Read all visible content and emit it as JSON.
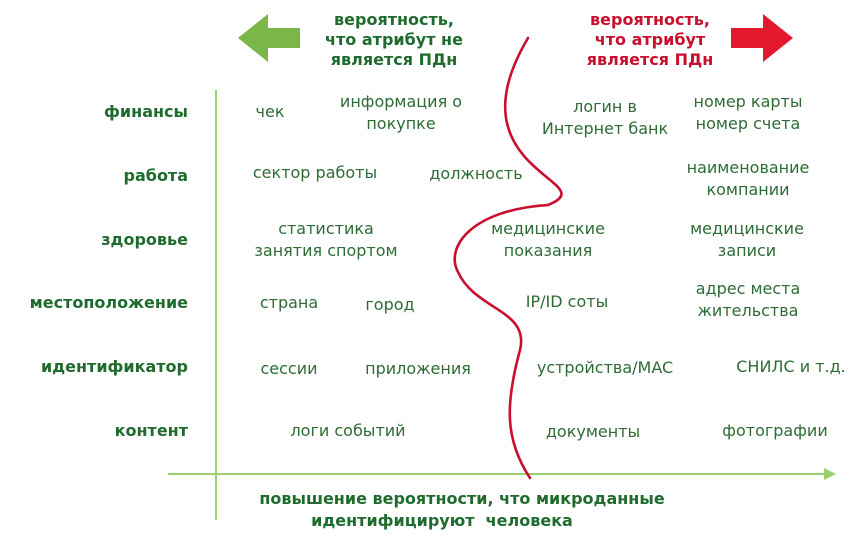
{
  "headers": {
    "left": [
      "вероятность,",
      "что атрибут не",
      "является ПДн"
    ],
    "right": [
      "вероятность,",
      "что атрибут",
      "является ПДн"
    ]
  },
  "rows": [
    "финансы",
    "работа",
    "здоровье",
    "местоположение",
    "идентификатор",
    "контент"
  ],
  "cells": {
    "finance_check": "чек",
    "finance_purchase_info": [
      "информация о",
      "покупке"
    ],
    "finance_login": [
      "логин в",
      "Интернет банк"
    ],
    "finance_card": [
      "номер карты",
      "номер счета"
    ],
    "work_sector": "сектор работы",
    "work_position": "должность",
    "work_company": [
      "наименование",
      "компании"
    ],
    "health_stats": [
      "статистика",
      "занятия спортом"
    ],
    "health_indications": [
      "медицинские",
      "показания"
    ],
    "health_records": [
      "медицинские",
      "записи"
    ],
    "location_country": "страна",
    "location_city": "город",
    "location_cell": "IP/ID соты",
    "location_address": [
      "адрес места",
      "жительства"
    ],
    "id_sessions": "сессии",
    "id_apps": "приложения",
    "id_devices": "устройства/MAC",
    "id_snils": "СНИЛС и т.д.",
    "content_logs": "логи событий",
    "content_docs": "документы",
    "content_photos": "фотографии"
  },
  "x_axis_label": [
    "повышение вероятности, что микроданные",
    "идентифицируют  человека"
  ],
  "colors": {
    "green_text": "#1f6b2e",
    "cell_text": "#2e6b36",
    "green_arrow": "#7ab648",
    "red": "#c8102e",
    "axis": "#9ccf6f"
  },
  "icons": {
    "left_arrow": "arrow-left-icon",
    "right_arrow": "arrow-right-icon"
  }
}
